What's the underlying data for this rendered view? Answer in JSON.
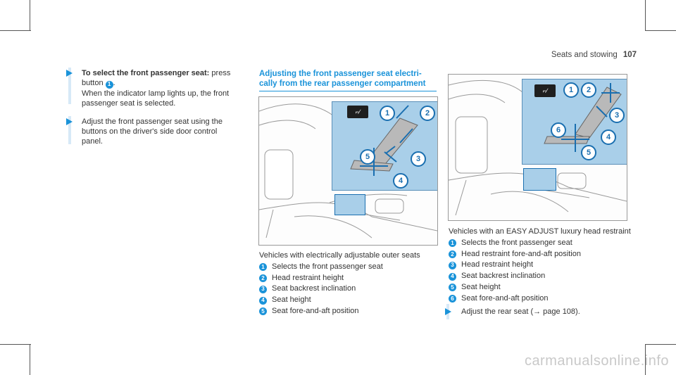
{
  "header": {
    "section": "Seats and stowing",
    "page": "107"
  },
  "left_column": {
    "step1_title": "To select the front passenger seat:",
    "step1_text_a": " press",
    "step1_text_b": "button",
    "step1_num": "1",
    "step1_text_c": ".",
    "step1_text_d": "When the indicator lamp lights up, the front",
    "step1_text_e": "passenger seat is selected.",
    "step2_lines": [
      "Adjust the front passenger seat using the",
      "buttons on the driver's side door control",
      "panel."
    ]
  },
  "middle_column": {
    "title_line1": "Adjusting the front passenger seat electri-",
    "title_line2": "cally from the rear passenger compartment",
    "caption_heading": "Vehicles with electrically adjustable outer seats",
    "legend": [
      {
        "num": "1",
        "text": "Selects the front passenger seat"
      },
      {
        "num": "2",
        "text": "Head restraint height"
      },
      {
        "num": "3",
        "text": "Seat backrest inclination"
      },
      {
        "num": "4",
        "text": "Seat height"
      },
      {
        "num": "5",
        "text": "Seat fore-and-aft position"
      }
    ],
    "callouts": [
      "1",
      "2",
      "3",
      "4",
      "5"
    ]
  },
  "right_column": {
    "caption_heading": "Vehicles with an EASY ADJUST luxury head restraint",
    "legend": [
      {
        "num": "1",
        "text": "Selects the front passenger seat"
      },
      {
        "num": "2",
        "text": "Head restraint fore-and-aft position"
      },
      {
        "num": "3",
        "text": "Head restraint height"
      },
      {
        "num": "4",
        "text": "Seat backrest inclination"
      },
      {
        "num": "5",
        "text": "Seat height"
      },
      {
        "num": "6",
        "text": "Seat fore-and-aft position"
      }
    ],
    "callouts": [
      "1",
      "2",
      "3",
      "4",
      "5",
      "6"
    ],
    "step_text": "Adjust the rear seat (",
    "step_link": "→ page 108",
    "step_end": ")."
  },
  "watermark": "carmanualsonline.info",
  "colors": {
    "accent": "#1a93d9",
    "panel_fill": "#a9cfe9"
  }
}
